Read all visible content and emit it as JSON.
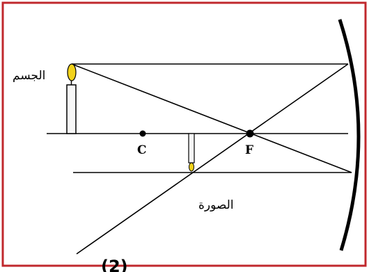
{
  "labels": {
    "object": "الجسم",
    "image": "الصورة",
    "center_point": "C",
    "focal_point": "F",
    "figure_number": "(2)"
  },
  "colors": {
    "frame": "#c0282d",
    "line": "#000000",
    "flame": "#f2d21b",
    "candle_body": "#f7f7f7"
  }
}
